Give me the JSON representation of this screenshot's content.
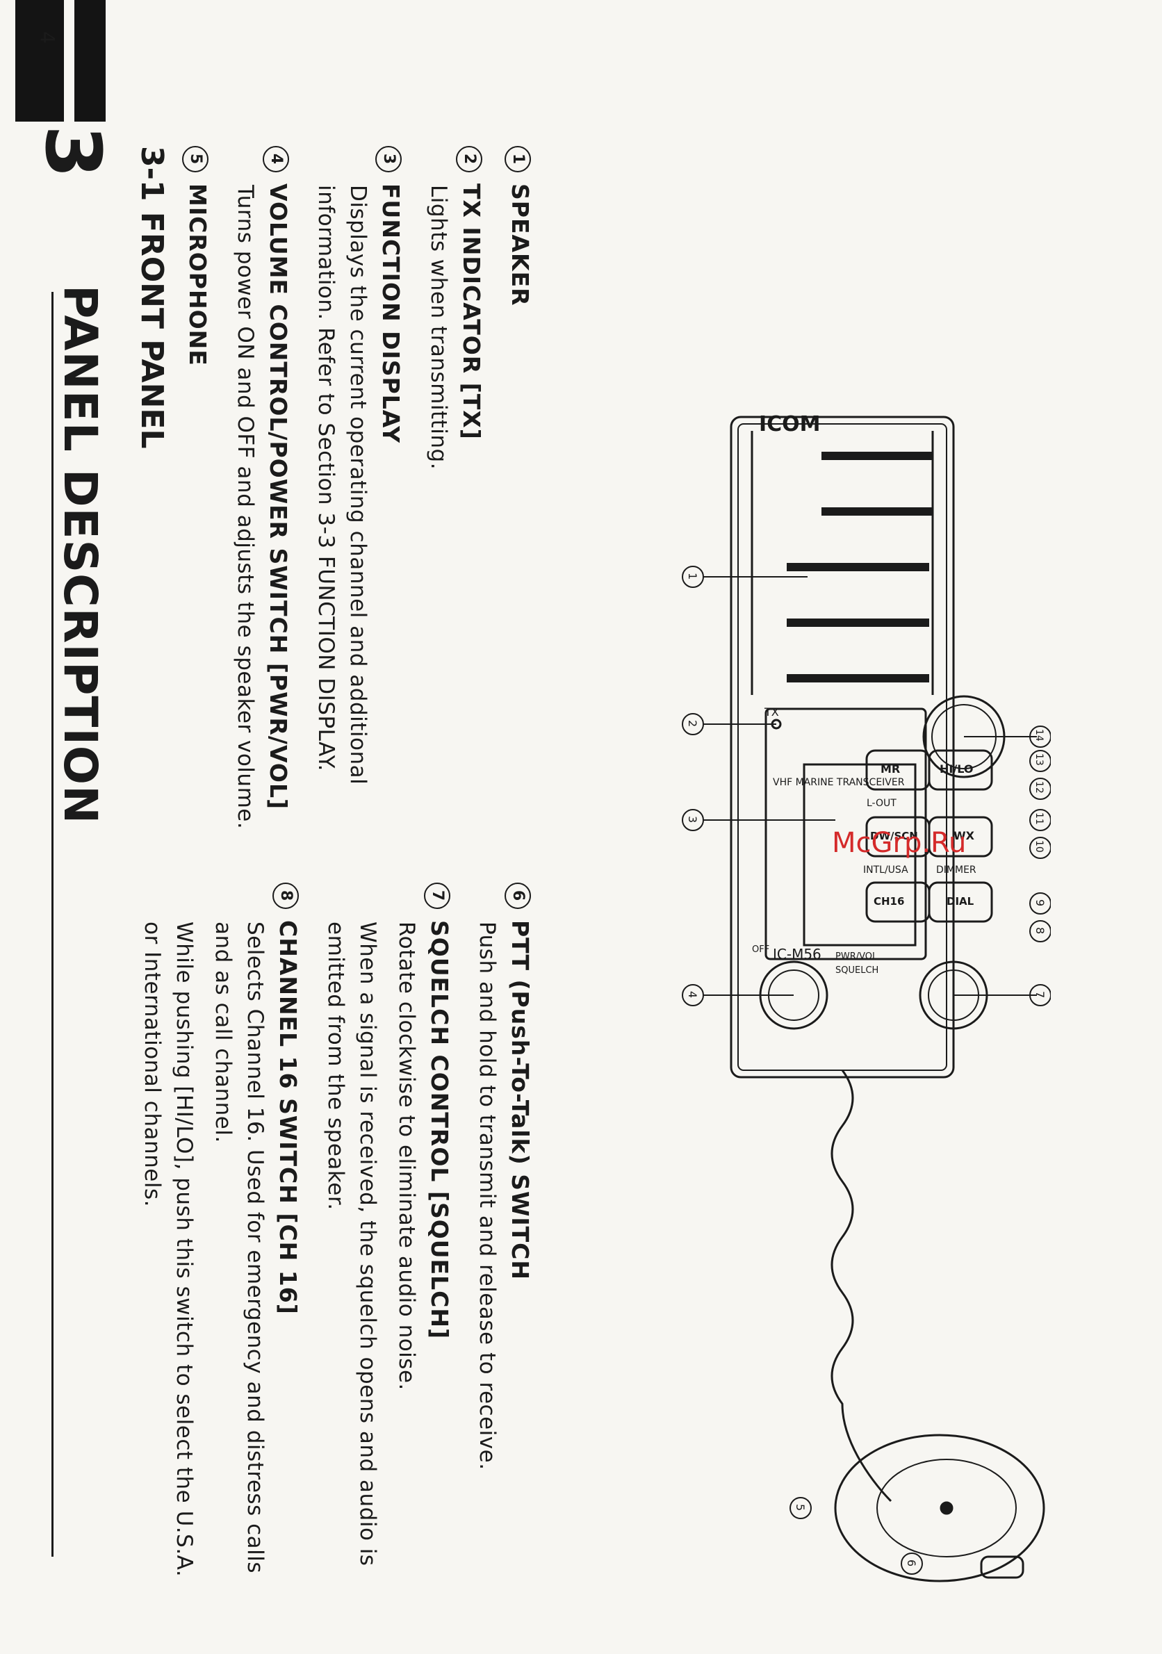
{
  "chapter": {
    "number": "3",
    "title": "PANEL DESCRIPTION"
  },
  "section": {
    "title": "3-1 FRONT PANEL"
  },
  "page_number": "4",
  "watermark": "McGrp.Ru",
  "items": [
    {
      "num": "1",
      "title": "SPEAKER",
      "desc": ""
    },
    {
      "num": "2",
      "title": "TX INDICATOR [TX]",
      "desc": "Lights when transmitting."
    },
    {
      "num": "3",
      "title": "FUNCTION DISPLAY",
      "desc": "Displays the current operating channel and additional information. Refer to Section 3-3 FUNCTION DISPLAY."
    },
    {
      "num": "4",
      "title": "VOLUME CONTROL/POWER SWITCH [PWR/VOL]",
      "desc": "Turns power ON and OFF and adjusts the speaker volume."
    },
    {
      "num": "5",
      "title": "MICROPHONE",
      "desc": ""
    },
    {
      "num": "6",
      "title": "PTT (Push-To-Talk) SWITCH",
      "desc": "Push and hold to transmit and release to receive."
    },
    {
      "num": "7",
      "title": "SQUELCH CONTROL [SQUELCH]",
      "desc": "Rotate clockwise to eliminate audio noise.",
      "desc2": "When a signal is received, the squelch opens and audio is emitted from the speaker."
    },
    {
      "num": "8",
      "title": "CHANNEL 16 SWITCH [CH 16]",
      "desc": "Selects Channel 16. Used for emergency and distress calls and as call channel.",
      "desc2": "While pushing [HI/LO], push this switch to select the U.S.A. or International channels."
    }
  ],
  "figure": {
    "brand": "ICOM",
    "model_label": "VHF MARINE TRANSCEIVER",
    "model": "IC-M56",
    "tx_label": "TX",
    "buttons": {
      "mr": "MR",
      "hilo": "HI/LO",
      "dwscn": "DW/SCN",
      "wx": "WX",
      "lout": "L-OUT",
      "ch16": "CH16",
      "intlusa": "INTL/USA",
      "dial": "DIAL",
      "dimmer": "DIMMER"
    },
    "knob_labels": {
      "off": "OFF",
      "pwrvol": "PWR/VOL",
      "squelch": "SQUELCH"
    },
    "callouts": [
      "1",
      "2",
      "3",
      "4",
      "5",
      "6",
      "7",
      "8",
      "9",
      "10",
      "11",
      "12",
      "13",
      "14"
    ]
  }
}
